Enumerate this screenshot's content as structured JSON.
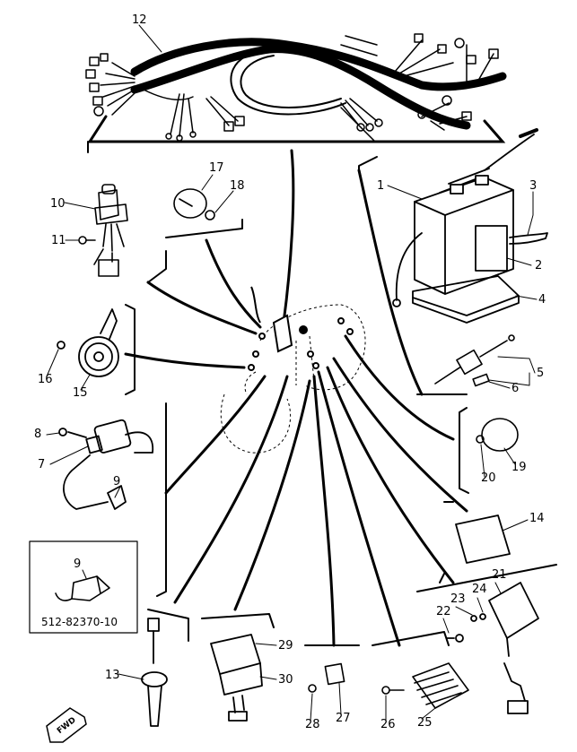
{
  "callouts": [
    "1",
    "2",
    "3",
    "4",
    "5",
    "6",
    "7",
    "8",
    "9",
    "9",
    "10",
    "11",
    "12",
    "13",
    "14",
    "15",
    "16",
    "17",
    "18",
    "19",
    "20",
    "21",
    "22",
    "23",
    "24",
    "25",
    "26",
    "27",
    "28",
    "29",
    "30"
  ],
  "part_number": "512-82370-10",
  "fwd_label": "FWD",
  "icons": [
    "exploded-electrical-parts-diagram",
    "forward-direction-arrow-icon"
  ]
}
